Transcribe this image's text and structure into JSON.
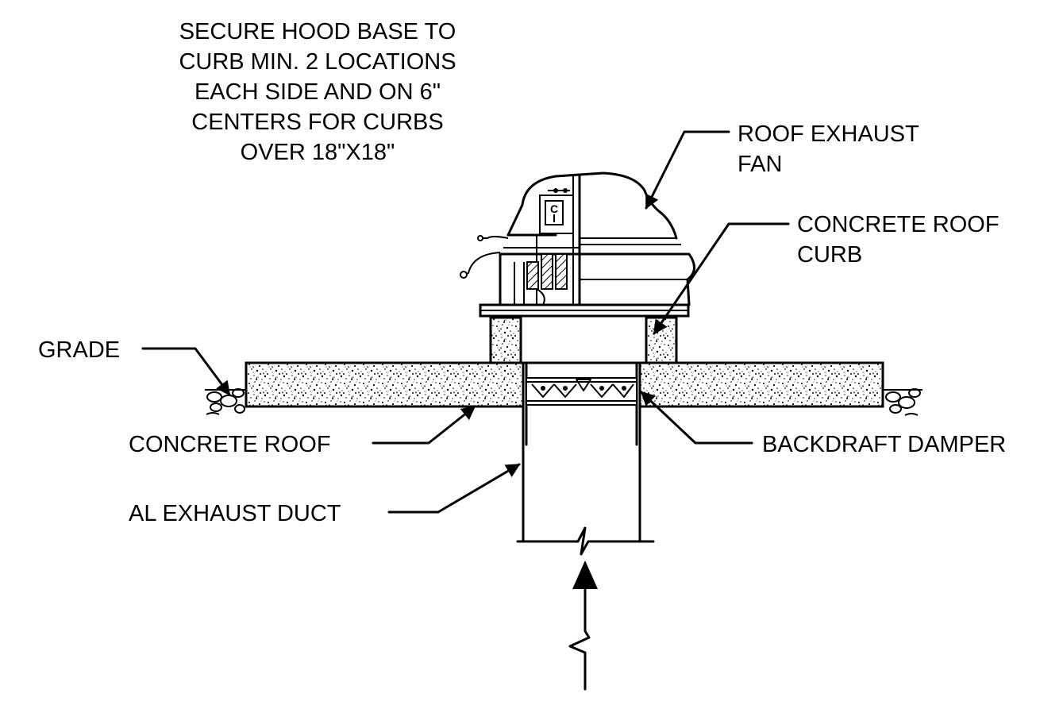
{
  "note": {
    "lines": [
      "SECURE HOOD BASE TO",
      "CURB MIN. 2 LOCATIONS",
      "EACH SIDE AND ON 6\"",
      "CENTERS FOR CURBS",
      "OVER 18\"X18\""
    ]
  },
  "labels": {
    "fan_line1": "ROOF EXHAUST",
    "fan_line2": "FAN",
    "curb_line1": "CONCRETE ROOF",
    "curb_line2": "CURB",
    "grade": "GRADE",
    "roof": "CONCRETE ROOF",
    "damper": "BACKDRAFT DAMPER",
    "duct": "AL EXHAUST DUCT"
  },
  "fan_symbol": "C"
}
